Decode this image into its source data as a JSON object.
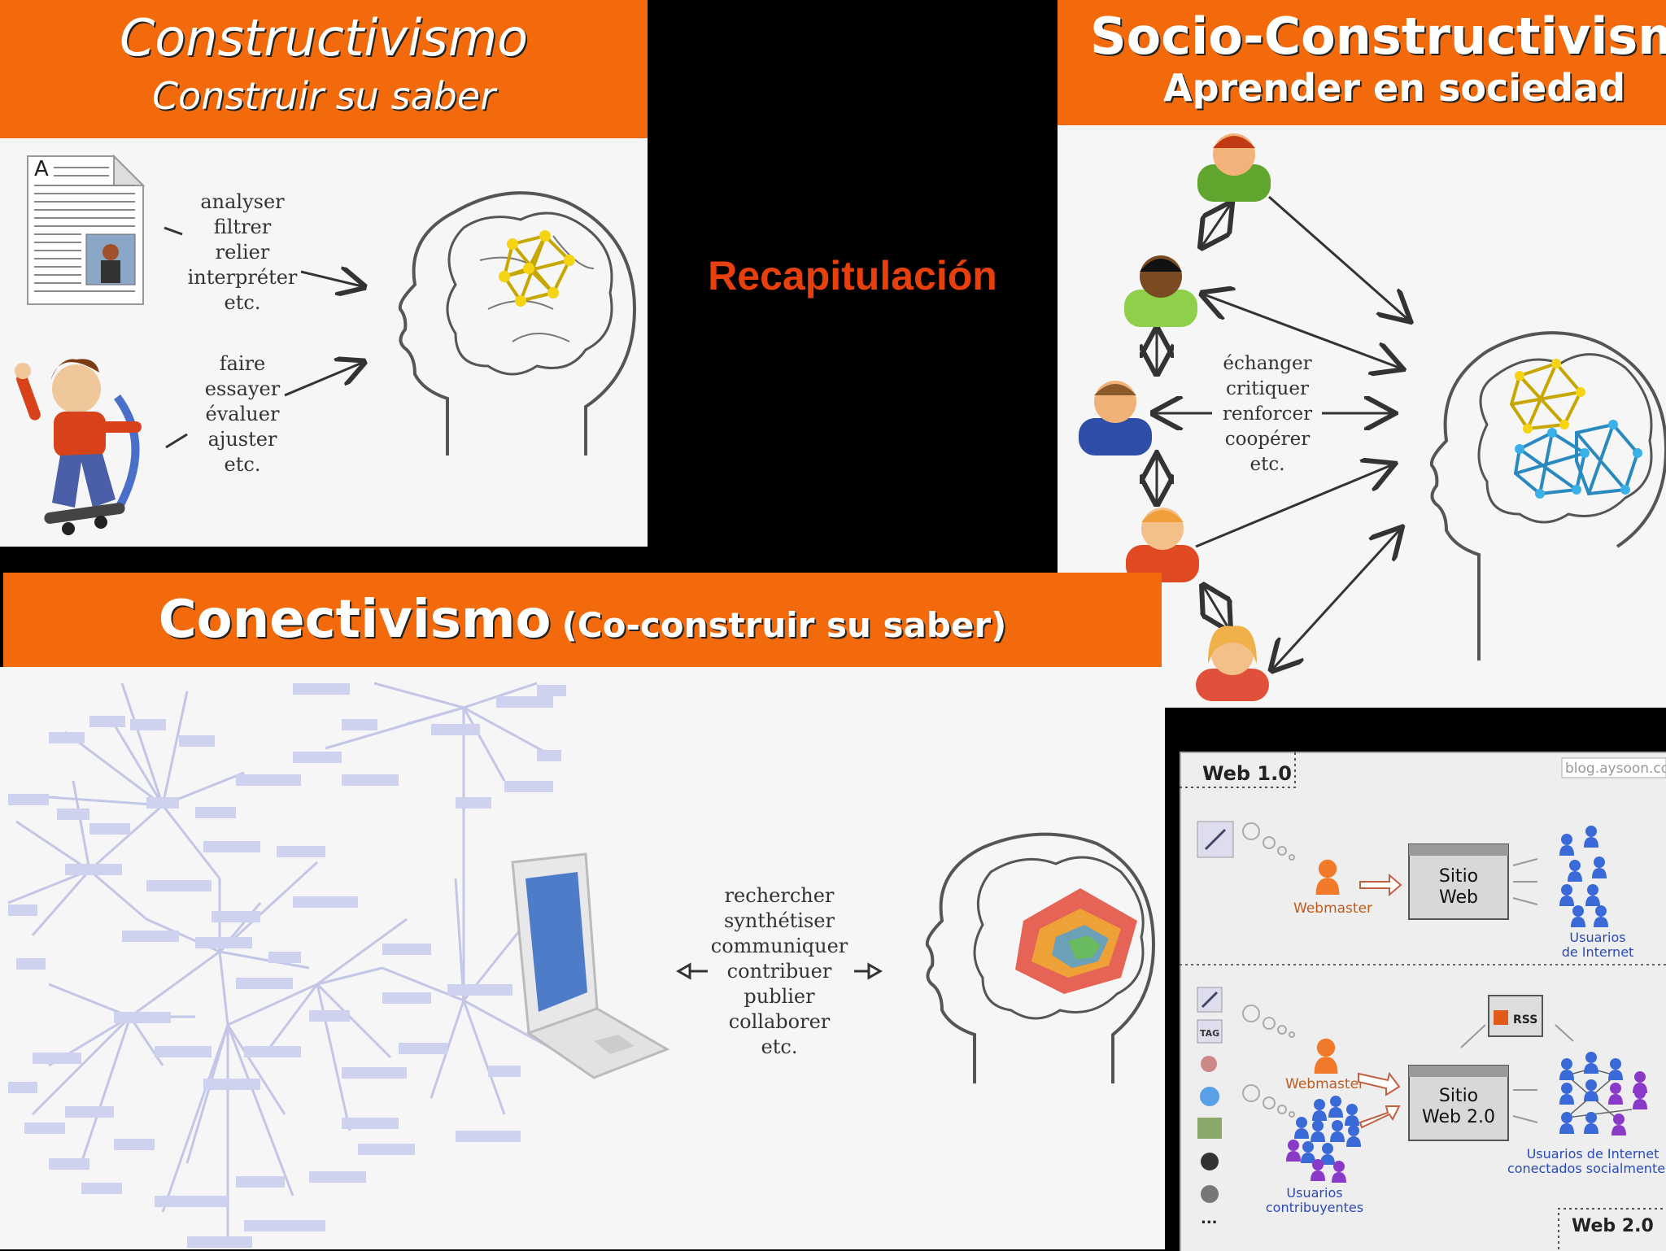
{
  "constructivismo": {
    "title": "Constructivismo",
    "subtitle": "Construir su saber",
    "document_verbs": [
      "analyser",
      "filtrer",
      "relier",
      "interpréter",
      "etc."
    ],
    "action_verbs": [
      "faire",
      "essayer",
      "évaluer",
      "ajuster",
      "etc."
    ]
  },
  "center": {
    "title": "Recapitulación"
  },
  "socio": {
    "title": "Socio-Constructivismo",
    "subtitle": "Aprender en sociedad",
    "verbs": [
      "échanger",
      "critiquer",
      "renforcer",
      "coopérer",
      "etc."
    ]
  },
  "conectivismo": {
    "title": "Conectivismo",
    "subtitle": "(Co-construir su saber)",
    "verbs": [
      "rechercher",
      "synthétiser",
      "communiquer",
      "contribuer",
      "publier",
      "collaborer",
      "etc."
    ]
  },
  "web": {
    "source": "blog.aysoon.com",
    "web1_label": "Web 1.0",
    "web2_label": "Web 2.0",
    "webmaster_1": "Webmaster",
    "site_1": [
      "Sitio",
      "Web"
    ],
    "users_1": [
      "Usuarios",
      "de Internet"
    ],
    "webmaster_2": "Webmaster",
    "site_2": [
      "Sitio",
      "Web 2.0"
    ],
    "rss": "RSS",
    "tag": "TAG",
    "ellipsis": "...",
    "contributors": [
      "Usuarios",
      "contribuyentes"
    ],
    "social_users": [
      "Usuarios de Internet",
      "conectados socialmente"
    ]
  },
  "colors": {
    "banner": "#f26a0c",
    "title_red": "#e8400c",
    "panel": "#f6f6f6"
  }
}
